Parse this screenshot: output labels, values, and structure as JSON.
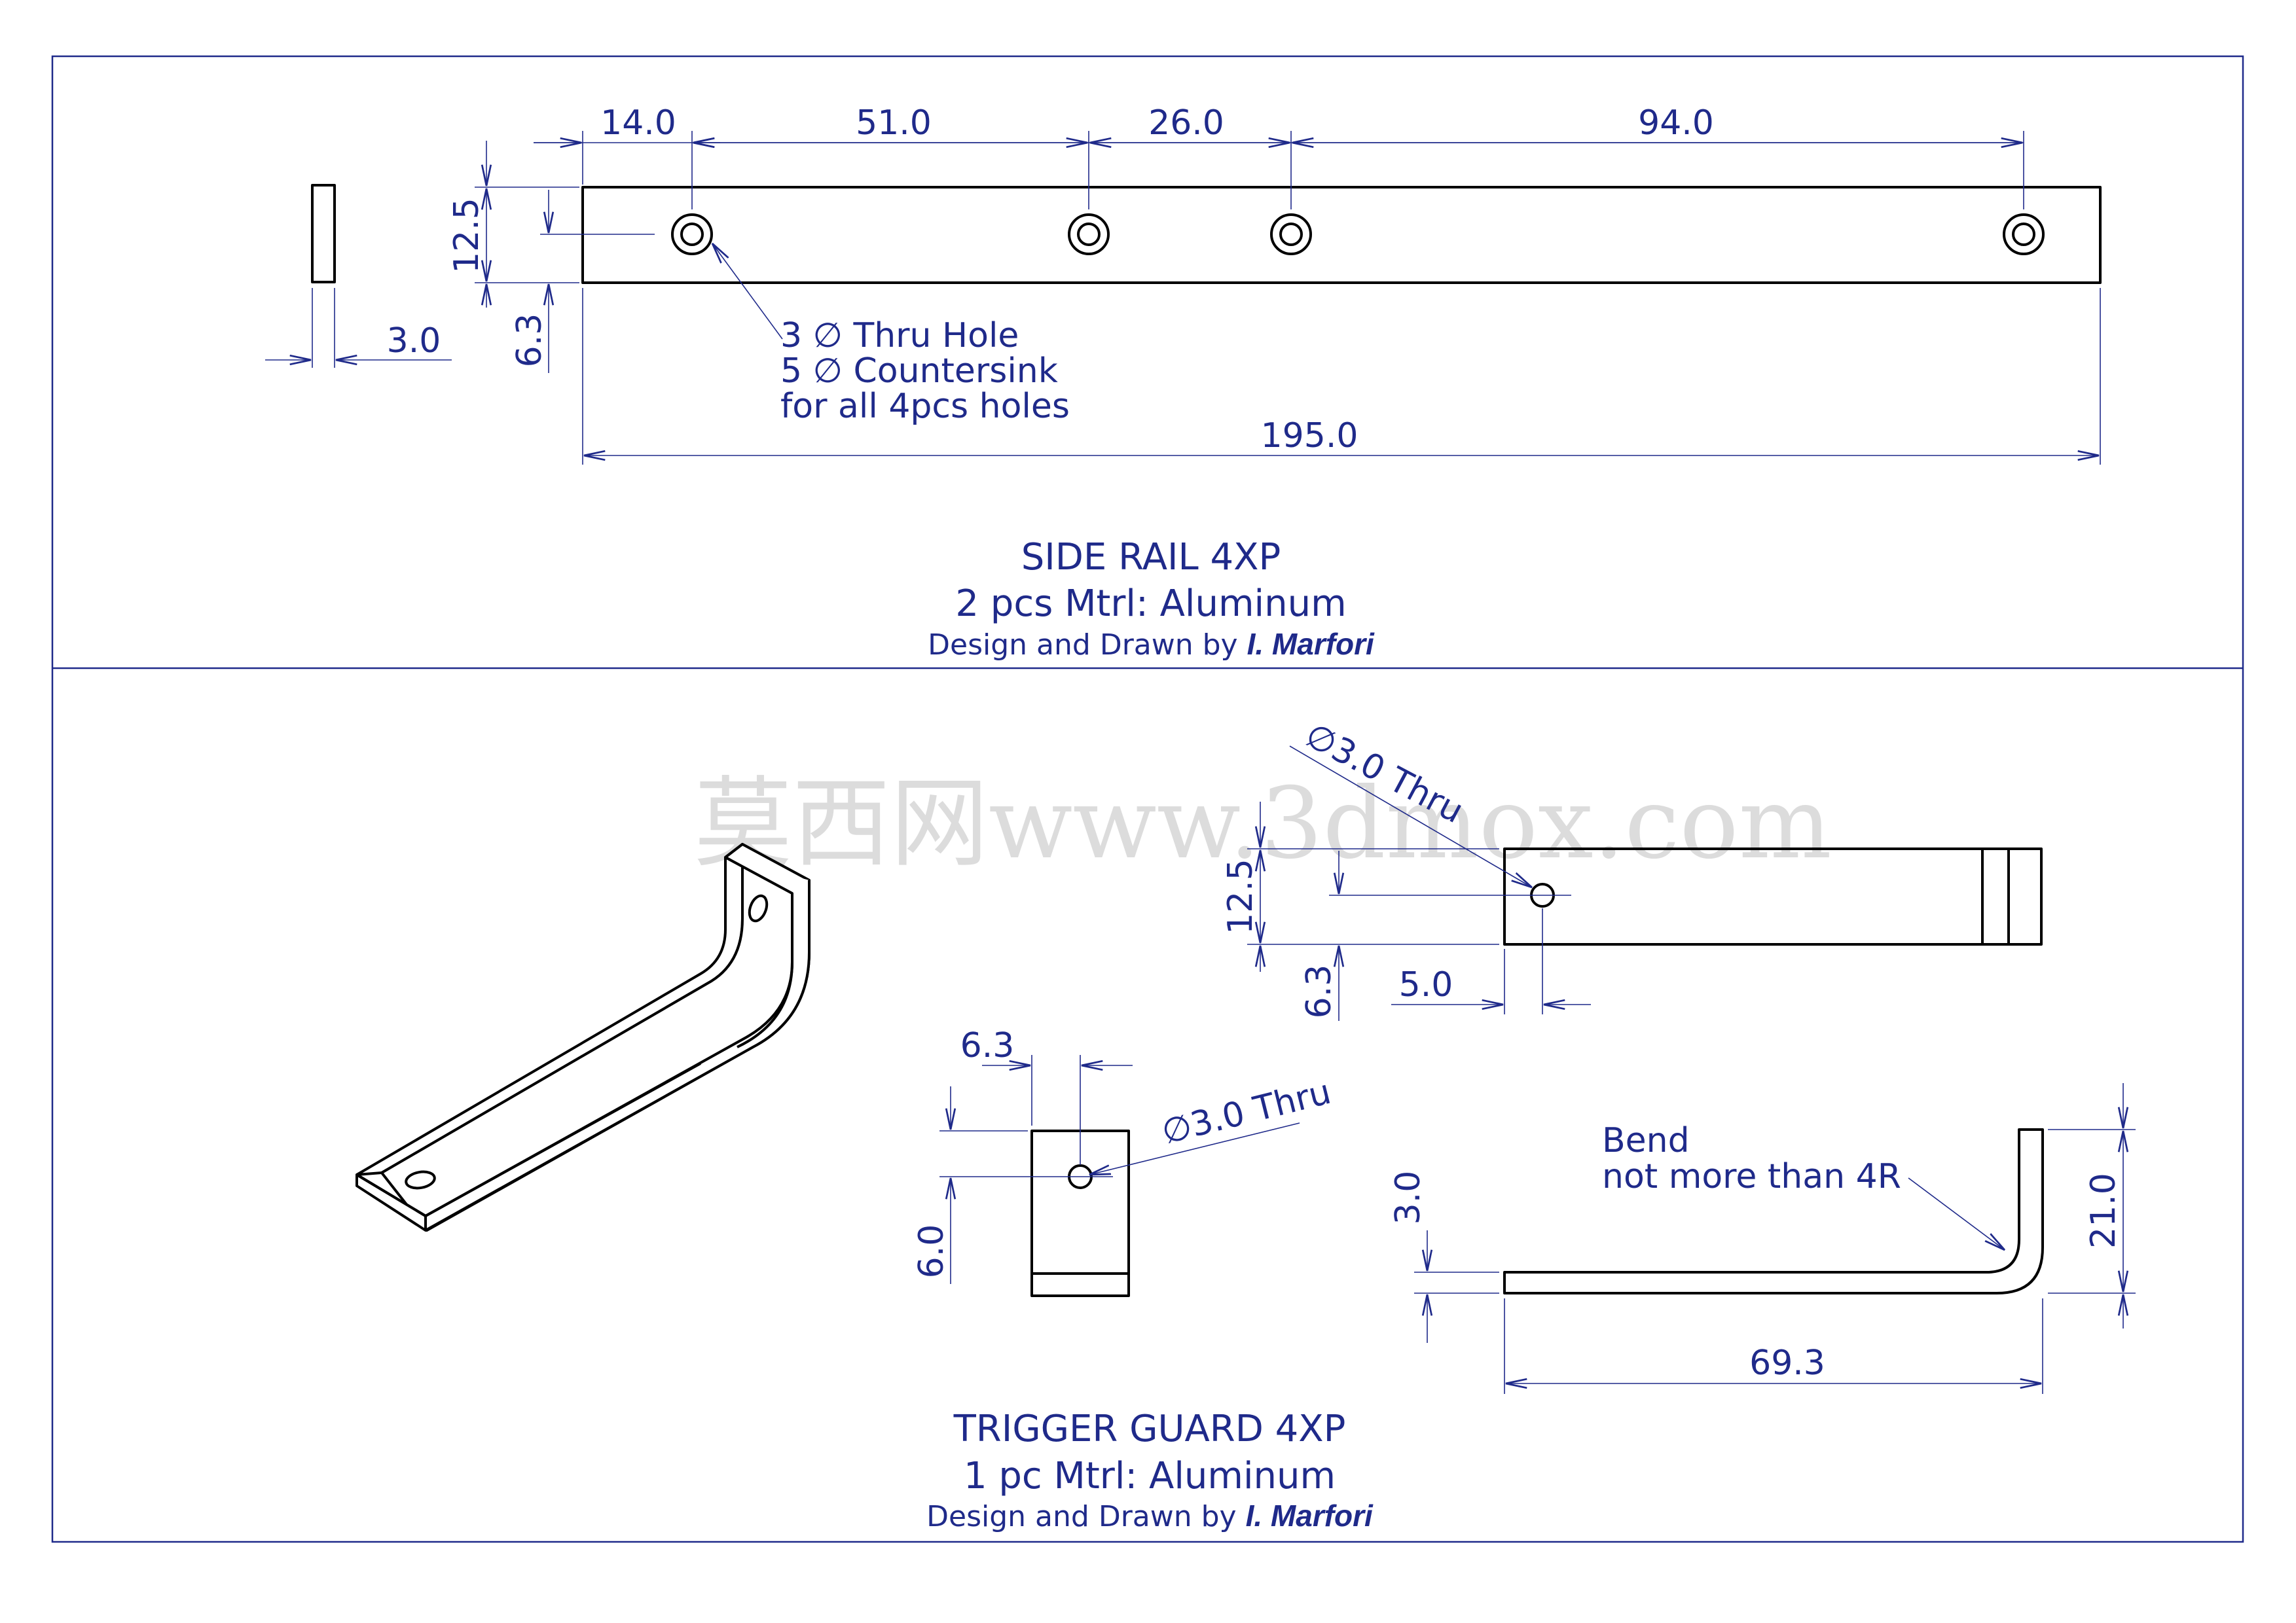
{
  "side_rail": {
    "dims": {
      "d14": "14.0",
      "d51": "51.0",
      "d26": "26.0",
      "d94": "94.0",
      "height": "12.5",
      "hole_offset": "6.3",
      "thickness": "3.0",
      "length": "195.0"
    },
    "note": {
      "line1": "3 ∅ Thru Hole",
      "line2": "5 ∅ Countersink",
      "line3": "for all 4pcs holes"
    },
    "title": "SIDE RAIL 4XP",
    "qty": "2 pcs  Mtrl: Aluminum",
    "credit_prefix": "Design and Drawn by",
    "credit_name": "I. Marfori"
  },
  "trigger_guard": {
    "top_view": {
      "hole_label": "∅3.0 Thru",
      "height": "12.5",
      "hole_offset_v": "6.3",
      "hole_offset_h": "5.0"
    },
    "end_view": {
      "width": "6.3",
      "height": "6.0",
      "hole_label": "∅3.0 Thru"
    },
    "side_view": {
      "note_line1": "Bend",
      "note_line2": "not more than 4R",
      "thickness": "3.0",
      "height": "21.0",
      "length": "69.3"
    },
    "title": "TRIGGER GUARD 4XP",
    "qty": "1 pc  Mtrl: Aluminum",
    "credit_prefix": "Design and Drawn by",
    "credit_name": "I. Marfori"
  },
  "watermark": "莫西网www.3dmox.com",
  "colors": {
    "annotation": "#1f2a8a",
    "geometry": "#000000",
    "watermark": "#dcdcdc"
  }
}
